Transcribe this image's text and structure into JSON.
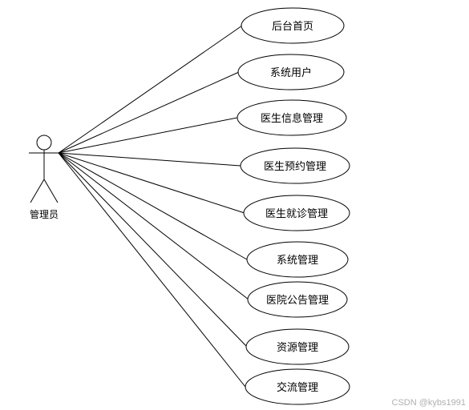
{
  "actor": {
    "label": "管理员"
  },
  "use_cases": [
    {
      "label": "后台首页"
    },
    {
      "label": "系统用户"
    },
    {
      "label": "医生信息管理"
    },
    {
      "label": "医生预约管理"
    },
    {
      "label": "医生就诊管理"
    },
    {
      "label": "系统管理"
    },
    {
      "label": "医院公告管理"
    },
    {
      "label": "资源管理"
    },
    {
      "label": "交流管理"
    }
  ],
  "watermark": "CSDN @kybs1991"
}
